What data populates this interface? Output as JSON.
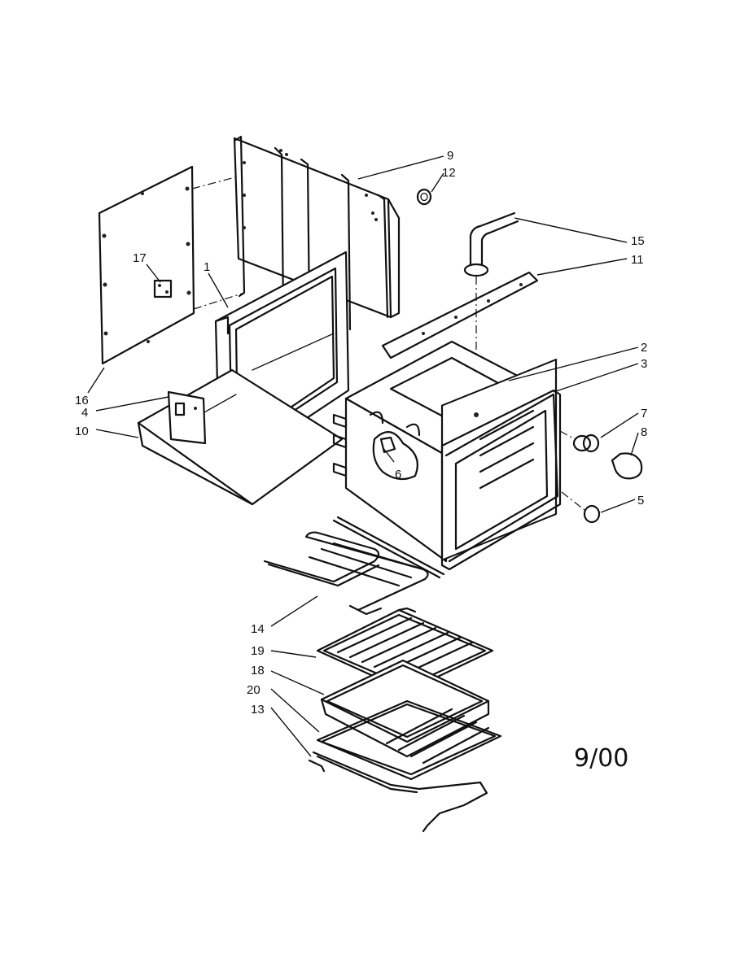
{
  "callouts": [
    {
      "id": "1",
      "label": "1"
    },
    {
      "id": "2",
      "label": "2"
    },
    {
      "id": "3",
      "label": "3"
    },
    {
      "id": "4",
      "label": "4"
    },
    {
      "id": "5",
      "label": "5"
    },
    {
      "id": "6",
      "label": "6"
    },
    {
      "id": "7",
      "label": "7"
    },
    {
      "id": "8",
      "label": "8"
    },
    {
      "id": "9",
      "label": "9"
    },
    {
      "id": "10",
      "label": "10"
    },
    {
      "id": "11",
      "label": "11"
    },
    {
      "id": "12",
      "label": "12"
    },
    {
      "id": "13",
      "label": "13"
    },
    {
      "id": "14",
      "label": "14"
    },
    {
      "id": "15",
      "label": "15"
    },
    {
      "id": "16",
      "label": "16"
    },
    {
      "id": "17",
      "label": "17"
    },
    {
      "id": "18",
      "label": "18"
    },
    {
      "id": "19",
      "label": "19"
    },
    {
      "id": "20",
      "label": "20"
    }
  ],
  "date_code": "9/00",
  "colors": {
    "line": "#111111",
    "background": "#ffffff"
  }
}
